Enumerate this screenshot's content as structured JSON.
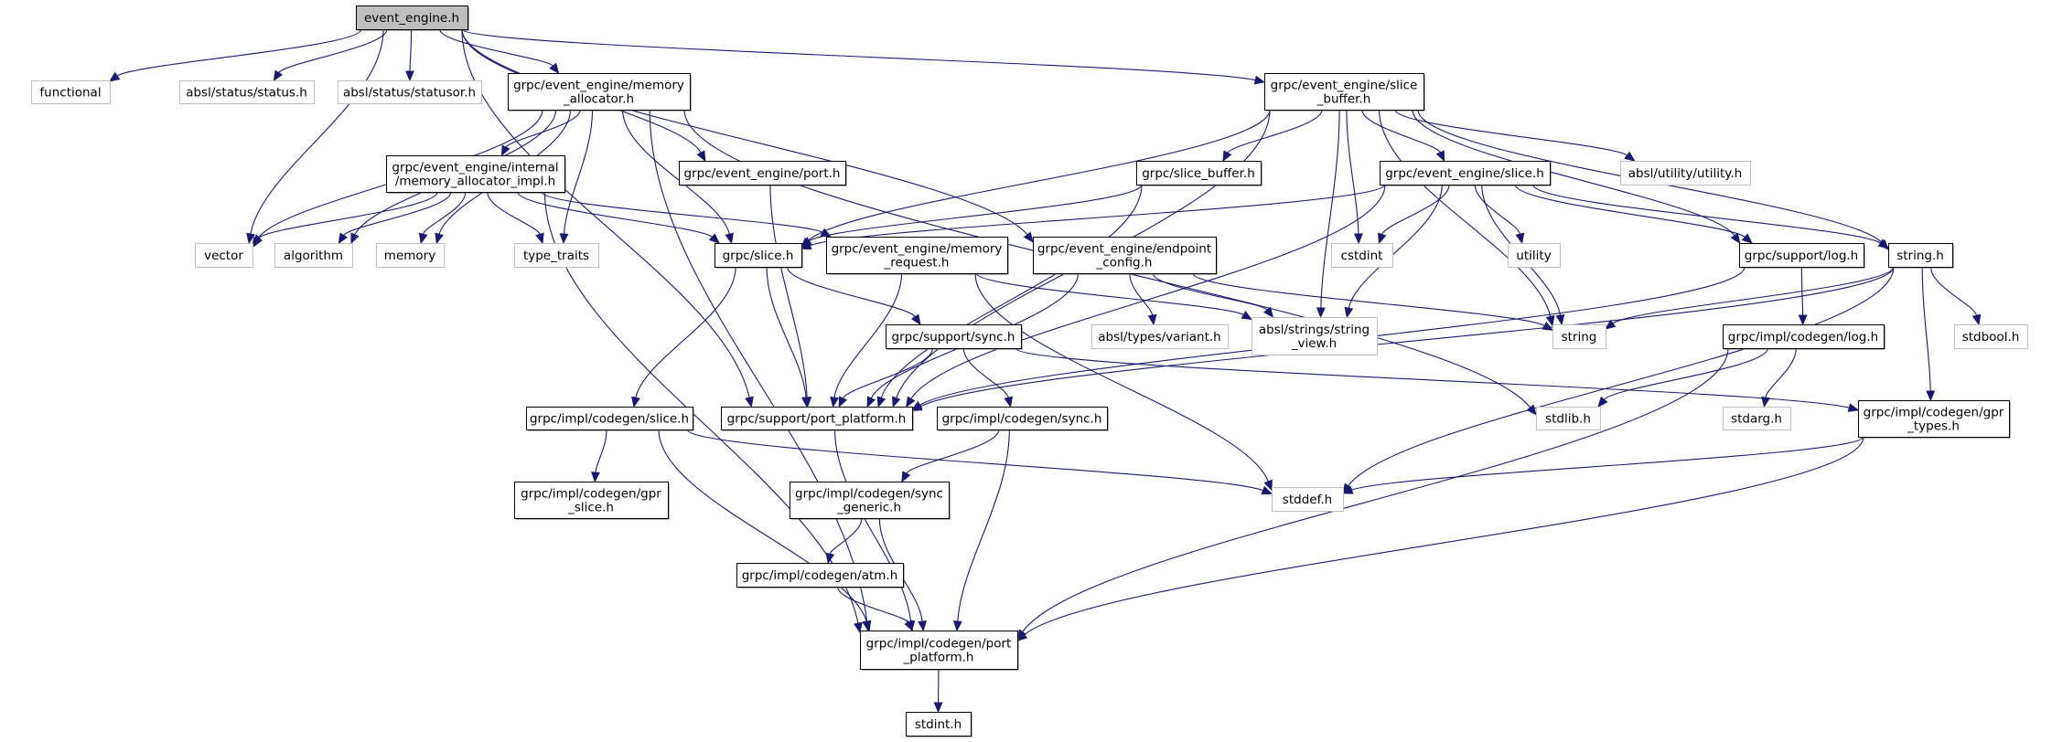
{
  "title": "event_engine.h",
  "colors": {
    "edge": "#191970",
    "root_fill": "#bfbfbf",
    "internal_border": "#000000",
    "external_border": "#bfbfbf"
  },
  "nodes": [
    {
      "id": "root",
      "label": [
        "event_engine.h"
      ],
      "kind": "root"
    },
    {
      "id": "functional",
      "label": [
        "functional"
      ],
      "kind": "external"
    },
    {
      "id": "status",
      "label": [
        "absl/status/status.h"
      ],
      "kind": "external"
    },
    {
      "id": "statusor",
      "label": [
        "absl/status/statusor.h"
      ],
      "kind": "external"
    },
    {
      "id": "memalloc",
      "label": [
        "grpc/event_engine/memory",
        "_allocator.h"
      ],
      "kind": "internal"
    },
    {
      "id": "slicebuf_ee",
      "label": [
        "grpc/event_engine/slice",
        "_buffer.h"
      ],
      "kind": "internal"
    },
    {
      "id": "memalloc_impl",
      "label": [
        "grpc/event_engine/internal",
        "/memory_allocator_impl.h"
      ],
      "kind": "internal"
    },
    {
      "id": "port",
      "label": [
        "grpc/event_engine/port.h"
      ],
      "kind": "internal"
    },
    {
      "id": "slicebuf",
      "label": [
        "grpc/slice_buffer.h"
      ],
      "kind": "internal"
    },
    {
      "id": "slice_ee",
      "label": [
        "grpc/event_engine/slice.h"
      ],
      "kind": "internal"
    },
    {
      "id": "utility_h",
      "label": [
        "absl/utility/utility.h"
      ],
      "kind": "external"
    },
    {
      "id": "vector",
      "label": [
        "vector"
      ],
      "kind": "external"
    },
    {
      "id": "algorithm",
      "label": [
        "algorithm"
      ],
      "kind": "external"
    },
    {
      "id": "memory",
      "label": [
        "memory"
      ],
      "kind": "external"
    },
    {
      "id": "type_traits",
      "label": [
        "type_traits"
      ],
      "kind": "external"
    },
    {
      "id": "slice",
      "label": [
        "grpc/slice.h"
      ],
      "kind": "internal"
    },
    {
      "id": "memreq",
      "label": [
        "grpc/event_engine/memory",
        "_request.h"
      ],
      "kind": "internal"
    },
    {
      "id": "endpoint",
      "label": [
        "grpc/event_engine/endpoint",
        "_config.h"
      ],
      "kind": "internal"
    },
    {
      "id": "cstdint",
      "label": [
        "cstdint"
      ],
      "kind": "external"
    },
    {
      "id": "utility",
      "label": [
        "utility"
      ],
      "kind": "external"
    },
    {
      "id": "log",
      "label": [
        "grpc/support/log.h"
      ],
      "kind": "internal"
    },
    {
      "id": "string_h",
      "label": [
        "string.h"
      ],
      "kind": "internal"
    },
    {
      "id": "variant",
      "label": [
        "absl/types/variant.h"
      ],
      "kind": "external"
    },
    {
      "id": "string_view",
      "label": [
        "absl/strings/string",
        "_view.h"
      ],
      "kind": "external"
    },
    {
      "id": "sync",
      "label": [
        "grpc/support/sync.h"
      ],
      "kind": "internal"
    },
    {
      "id": "string",
      "label": [
        "string"
      ],
      "kind": "external"
    },
    {
      "id": "cg_log",
      "label": [
        "grpc/impl/codegen/log.h"
      ],
      "kind": "internal"
    },
    {
      "id": "stdbool",
      "label": [
        "stdbool.h"
      ],
      "kind": "external"
    },
    {
      "id": "cg_slice",
      "label": [
        "grpc/impl/codegen/slice.h"
      ],
      "kind": "internal"
    },
    {
      "id": "port_platform",
      "label": [
        "grpc/support/port_platform.h"
      ],
      "kind": "internal"
    },
    {
      "id": "cg_sync",
      "label": [
        "grpc/impl/codegen/sync.h"
      ],
      "kind": "internal"
    },
    {
      "id": "stdlib",
      "label": [
        "stdlib.h"
      ],
      "kind": "external"
    },
    {
      "id": "stdarg",
      "label": [
        "stdarg.h"
      ],
      "kind": "external"
    },
    {
      "id": "gpr_types",
      "label": [
        "grpc/impl/codegen/gpr",
        "_types.h"
      ],
      "kind": "internal"
    },
    {
      "id": "gpr_slice",
      "label": [
        "grpc/impl/codegen/gpr",
        "_slice.h"
      ],
      "kind": "internal"
    },
    {
      "id": "sync_generic",
      "label": [
        "grpc/impl/codegen/sync",
        "_generic.h"
      ],
      "kind": "internal"
    },
    {
      "id": "stddef",
      "label": [
        "stddef.h"
      ],
      "kind": "external"
    },
    {
      "id": "atm",
      "label": [
        "grpc/impl/codegen/atm.h"
      ],
      "kind": "internal"
    },
    {
      "id": "cg_port_platform",
      "label": [
        "grpc/impl/codegen/port",
        "_platform.h"
      ],
      "kind": "internal"
    },
    {
      "id": "stdint",
      "label": [
        "stdint.h"
      ],
      "kind": "internal"
    }
  ],
  "edges": [
    [
      "root",
      "functional"
    ],
    [
      "root",
      "status"
    ],
    [
      "root",
      "statusor"
    ],
    [
      "root",
      "memalloc"
    ],
    [
      "root",
      "slicebuf_ee"
    ],
    [
      "root",
      "port"
    ],
    [
      "root",
      "endpoint"
    ],
    [
      "root",
      "vector"
    ],
    [
      "root",
      "port_platform"
    ],
    [
      "memalloc",
      "memalloc_impl"
    ],
    [
      "memalloc",
      "vector"
    ],
    [
      "memalloc",
      "algorithm"
    ],
    [
      "memalloc",
      "memory"
    ],
    [
      "memalloc",
      "type_traits"
    ],
    [
      "memalloc",
      "slice"
    ],
    [
      "memalloc",
      "cg_port_platform"
    ],
    [
      "memalloc",
      "stdlib"
    ],
    [
      "memalloc_impl",
      "vector"
    ],
    [
      "memalloc_impl",
      "algorithm"
    ],
    [
      "memalloc_impl",
      "memory"
    ],
    [
      "memalloc_impl",
      "type_traits"
    ],
    [
      "memalloc_impl",
      "slice"
    ],
    [
      "memalloc_impl",
      "memreq"
    ],
    [
      "memalloc_impl",
      "cg_port_platform"
    ],
    [
      "slicebuf_ee",
      "slicebuf"
    ],
    [
      "slicebuf_ee",
      "slice_ee"
    ],
    [
      "slicebuf_ee",
      "cstdint"
    ],
    [
      "slicebuf_ee",
      "string_view"
    ],
    [
      "slicebuf_ee",
      "utility_h"
    ],
    [
      "slicebuf_ee",
      "string"
    ],
    [
      "slicebuf_ee",
      "log"
    ],
    [
      "slicebuf_ee",
      "string_h"
    ],
    [
      "slicebuf_ee",
      "slice"
    ],
    [
      "slicebuf_ee",
      "port_platform"
    ],
    [
      "port",
      "port_platform"
    ],
    [
      "slicebuf",
      "slice"
    ],
    [
      "slicebuf",
      "port_platform"
    ],
    [
      "slice_ee",
      "slice"
    ],
    [
      "slice_ee",
      "cstdint"
    ],
    [
      "slice_ee",
      "utility"
    ],
    [
      "slice_ee",
      "string"
    ],
    [
      "slice_ee",
      "string_view"
    ],
    [
      "slice_ee",
      "log"
    ],
    [
      "slice_ee",
      "string_h"
    ],
    [
      "slice_ee",
      "port_platform"
    ],
    [
      "slice",
      "cg_slice"
    ],
    [
      "slice",
      "port_platform"
    ],
    [
      "slice",
      "sync"
    ],
    [
      "memreq",
      "port_platform"
    ],
    [
      "memreq",
      "string_view"
    ],
    [
      "memreq",
      "stddef"
    ],
    [
      "endpoint",
      "variant"
    ],
    [
      "endpoint",
      "string_view"
    ],
    [
      "endpoint",
      "string"
    ],
    [
      "endpoint",
      "port_platform"
    ],
    [
      "log",
      "cg_log"
    ],
    [
      "log",
      "port_platform"
    ],
    [
      "string_h",
      "string"
    ],
    [
      "string_h",
      "stdbool"
    ],
    [
      "string_h",
      "gpr_types"
    ],
    [
      "string_h",
      "stddef"
    ],
    [
      "string_h",
      "port_platform"
    ],
    [
      "sync",
      "port_platform"
    ],
    [
      "sync",
      "cg_sync"
    ],
    [
      "sync",
      "gpr_types"
    ],
    [
      "cg_log",
      "stdlib"
    ],
    [
      "cg_log",
      "stdarg"
    ],
    [
      "cg_log",
      "cg_port_platform"
    ],
    [
      "cg_slice",
      "gpr_slice"
    ],
    [
      "cg_slice",
      "stddef"
    ],
    [
      "cg_slice",
      "cg_port_platform"
    ],
    [
      "port_platform",
      "cg_port_platform"
    ],
    [
      "cg_sync",
      "sync_generic"
    ],
    [
      "cg_sync",
      "cg_port_platform"
    ],
    [
      "gpr_types",
      "stddef"
    ],
    [
      "gpr_types",
      "cg_port_platform"
    ],
    [
      "sync_generic",
      "atm"
    ],
    [
      "sync_generic",
      "cg_port_platform"
    ],
    [
      "atm",
      "cg_port_platform"
    ],
    [
      "cg_port_platform",
      "stdint"
    ]
  ]
}
